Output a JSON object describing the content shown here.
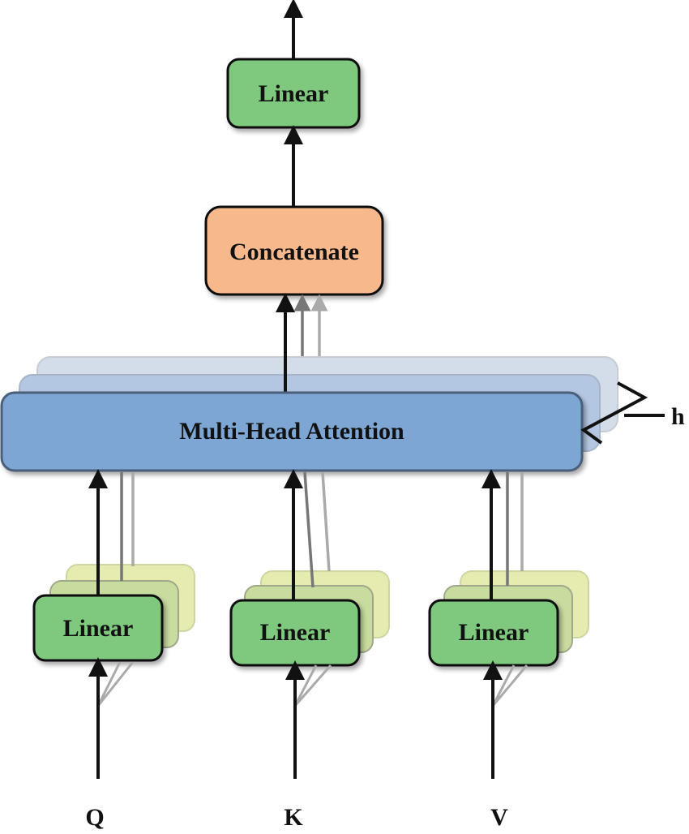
{
  "diagram": {
    "output_linear": {
      "label": "Linear"
    },
    "concat": {
      "label": "Concatenate"
    },
    "mha": {
      "label": "Multi-Head Attention",
      "heads_label": "h"
    },
    "branches": [
      {
        "linear_label": "Linear",
        "input_label": "Q"
      },
      {
        "linear_label": "Linear",
        "input_label": "K"
      },
      {
        "linear_label": "Linear",
        "input_label": "V"
      }
    ]
  },
  "colors": {
    "linear_green": "#7fc97f",
    "linear_back_1": "#c8dca0",
    "linear_back_2": "#e6ecb0",
    "concat_orange": "#f7b98c",
    "mha_blue": "#7ea6d4",
    "mha_back_1": "#b4c7e2",
    "mha_back_2": "#d3dde9",
    "stroke": "#111111",
    "arrow_gray": "#777777",
    "arrow_light": "#aaaaaa"
  }
}
